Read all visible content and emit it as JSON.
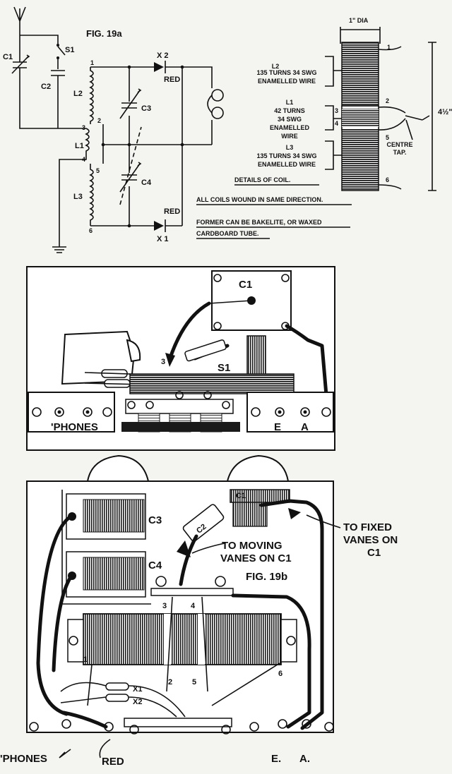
{
  "fig_a": {
    "title": "FIG. 19a",
    "labels": {
      "s1": "S1",
      "c1": "C1",
      "c2": "C2",
      "c3": "C3",
      "c4": "C4",
      "l1": "L1",
      "l2": "L2",
      "l3": "L3",
      "x1": "X 1",
      "x2": "X 2",
      "red_top": "RED",
      "red_bottom": "RED",
      "n1": "1",
      "n2": "2",
      "n3": "3",
      "n4": "4",
      "n5": "5",
      "n6": "6"
    },
    "coil_details": {
      "dia": "1\" DIA",
      "height": "4½\"",
      "l2_title": "L2",
      "l2_line1": "135 TURNS 34 SWG",
      "l2_line2": "ENAMELLED WIRE",
      "l1_title": "L1",
      "l1_line1": "42 TURNS",
      "l1_line2": "34 SWG",
      "l1_line3": "ENAMELLED",
      "l1_line4": "WIRE",
      "l3_title": "L3",
      "l3_line1": "135 TURNS 34 SWG",
      "l3_line2": "ENAMELLED WIRE",
      "centre_tap_1": "CENTRE",
      "centre_tap_2": "TAP.",
      "caption": "DETAILS OF COIL.",
      "n1": "1",
      "n2": "2",
      "n3": "3",
      "n4": "4",
      "n5": "5",
      "n6": "6"
    },
    "notes": {
      "note1": "ALL COILS WOUND IN SAME DIRECTION.",
      "note2_line1": "FORMER CAN BE BAKELITE, OR WAXED",
      "note2_line2": "CARDBOARD TUBE."
    }
  },
  "front_view": {
    "c1": "C1",
    "s1": "S1",
    "pin3": "3",
    "phones": "'PHONES",
    "e": "E",
    "a": "A"
  },
  "fig_b": {
    "title": "FIG. 19b",
    "c1": "C1",
    "c2": "C2",
    "c3": "C3",
    "c4": "C4",
    "to_fixed_1": "TO FIXED",
    "to_fixed_2": "VANES ON",
    "to_fixed_3": "C1",
    "to_moving_1": "TO MOVING",
    "to_moving_2": "VANES ON C1",
    "x1": "X1",
    "x2": "X2",
    "n1": "1",
    "n2": "2",
    "n3": "3",
    "n4": "4",
    "n5": "5",
    "n6": "6",
    "phones": "'PHONES",
    "red": "RED",
    "e": "E.",
    "a": "A."
  }
}
